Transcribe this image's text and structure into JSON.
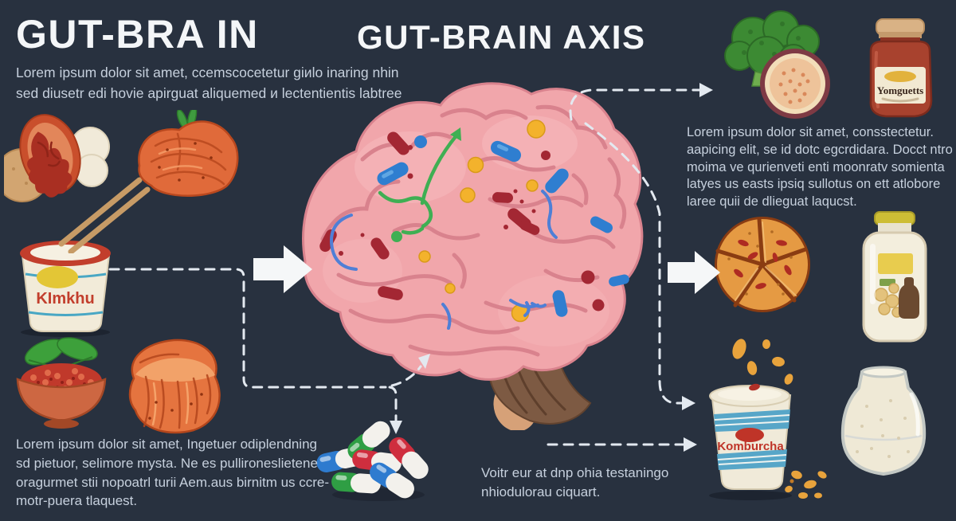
{
  "titles": {
    "left": "GUT-BRA IN",
    "center": "GUT-BRAIN AXIS"
  },
  "paragraphs": {
    "intro": "Lorem ipsum dolor sit amet, ccemscocetetur giиlo inaring nhin\nsed diusetr edi hovie apirguat aliquemed и lectentientis labtree",
    "right": "Lorem ipsum dolor sit amet, consstectetur.\naapicing elit, se id dotc egcrdidara. Docct ntro\nmoima ve qurienveti enti moonratv somienta\nlatyes us easts ipsiq sullotus on ett atlobore\nlaree quii de dlieguat laqucst.",
    "bottom_left": "Lorem ipsum dolor sit amet, Ingetuer odiplendning\nsd pietuor, selimore mysta. Ne es pullironeslietene\noragurmet stii nopoatrl turii Aem.aus birnitm us ccre-\nmotr-puera tlaquest.",
    "bottom_center": "Voitr eur at dnp ohia testaningo\nnhiodulorau ciquart."
  },
  "product_labels": {
    "yogurt_cup": "KImkhu",
    "ferment_jar": "Yomguetts",
    "kombucha_cup": "Komburcha"
  },
  "illustration_names": {
    "left_column": [
      "fig-half",
      "mozzarella-balls",
      "chopsticks",
      "kimchi-pile",
      "yogurt-cup",
      "berry-bowl",
      "fermented-cabbage"
    ],
    "center": "brain-with-gut-microbes",
    "right_column": [
      "broccoli",
      "passion-fruit",
      "ferment-jar",
      "crackers",
      "miso-jar",
      "kombucha-cup",
      "kefir-jar"
    ],
    "bottom": "probiotic-capsules"
  },
  "colors": {
    "background": "#28313f",
    "title_text": "#f4f6f8",
    "body_text": "#c6d0dd",
    "brain_pink": "#f1a6ab",
    "brain_fold": "#d9828d",
    "microbe_blue": "#2f7ed0",
    "microbe_red": "#a32733",
    "microbe_yellow": "#f3b22c",
    "microbe_green": "#3faf53",
    "arrow_white": "#f5f7f8"
  }
}
